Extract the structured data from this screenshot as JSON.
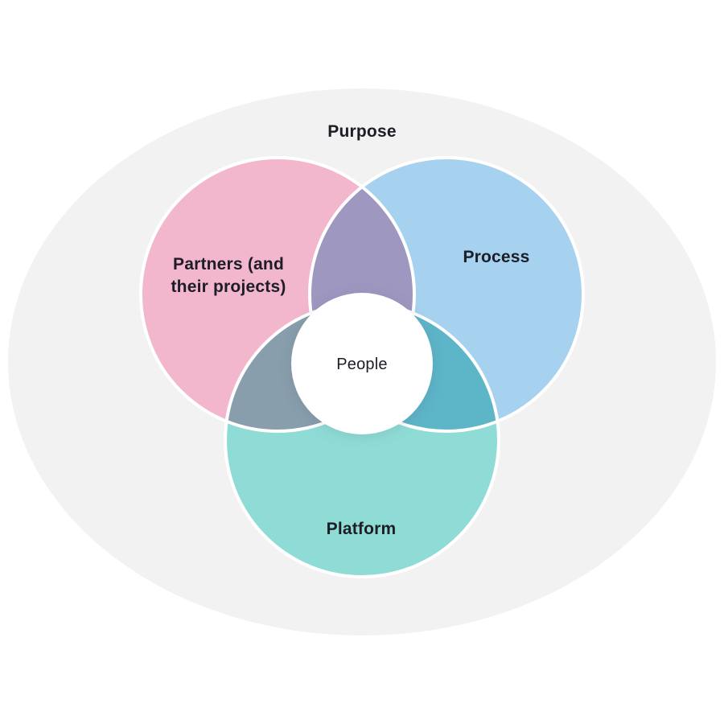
{
  "diagram": {
    "type": "venn",
    "outer": {
      "label": "Purpose",
      "fill": "#f2f2f3"
    },
    "center": {
      "label": "People",
      "fill": "#ffffff"
    },
    "sets": [
      {
        "name": "partners",
        "label_lines": [
          "Partners (and",
          "their projects)"
        ],
        "color": "#f3b7cd",
        "position": "top-left"
      },
      {
        "name": "process",
        "label": "Process",
        "color": "#a6d2ef",
        "position": "top-right"
      },
      {
        "name": "platform",
        "label": "Platform",
        "color": "#8fdcd6",
        "position": "bottom"
      }
    ],
    "style": {
      "text_color": "#1d1d27",
      "circle_stroke_color": "#ffffff"
    }
  }
}
